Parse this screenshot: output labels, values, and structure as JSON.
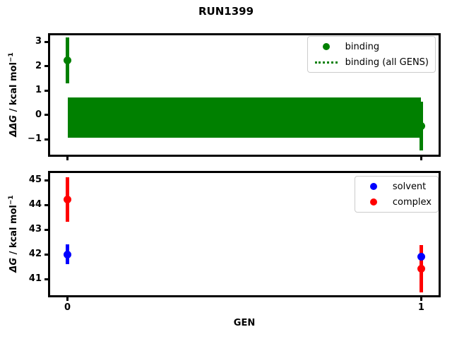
{
  "title": "RUN1399",
  "xlabel": "GEN",
  "colors": {
    "binding": "#008000",
    "solvent": "#0000ff",
    "complex": "#ff0000",
    "frame": "#000000",
    "legend_border": "#cccccc",
    "background": "#ffffff"
  },
  "chart_data": [
    {
      "type": "scatter",
      "title": "RUN1399",
      "xlabel": "GEN",
      "ylabel": "ΔΔG / kcal mol⁻¹",
      "ylabel_parts": {
        "math": "ΔΔG",
        "unit": " / kcal mol",
        "sup": "−1"
      },
      "xlim": [
        -0.055,
        1.055
      ],
      "ylim": [
        -1.71,
        3.36
      ],
      "xtick_values": [
        0,
        1
      ],
      "xtick_labels": [
        "0",
        "1"
      ],
      "xtick_labels_visible": false,
      "ytick_values": [
        3,
        2,
        1,
        0,
        -1
      ],
      "ytick_labels": [
        "3",
        "2",
        "1",
        "0",
        "−1"
      ],
      "grid": false,
      "legend_position": "upper right",
      "legend_entries": [
        {
          "label": "binding",
          "symbol": "circle",
          "color": "#008000"
        },
        {
          "label": "binding (all GENS)",
          "symbol": "dotted-line",
          "color": "#008000"
        }
      ],
      "series": [
        {
          "name": "binding",
          "color": "#008000",
          "marker": "circle",
          "x": [
            0,
            1
          ],
          "y": [
            2.25,
            -0.44
          ],
          "yerr": [
            0.95,
            1.0
          ]
        }
      ],
      "band": {
        "name": "binding (all GENS)",
        "color": "#008000",
        "x0": 0,
        "x1": 1,
        "low": -0.93,
        "high": 0.72,
        "center": -0.1
      }
    },
    {
      "type": "scatter",
      "xlabel": "GEN",
      "ylabel": "ΔG / kcal mol⁻¹",
      "ylabel_parts": {
        "math": "ΔG",
        "unit": " / kcal mol",
        "sup": "−1"
      },
      "xlim": [
        -0.055,
        1.055
      ],
      "ylim": [
        40.27,
        45.38
      ],
      "xtick_values": [
        0,
        1
      ],
      "xtick_labels": [
        "0",
        "1"
      ],
      "xtick_labels_visible": true,
      "ytick_values": [
        45,
        44,
        43,
        42,
        41
      ],
      "ytick_labels": [
        "45",
        "44",
        "43",
        "42",
        "41"
      ],
      "grid": false,
      "legend_position": "upper right",
      "legend_entries": [
        {
          "label": "solvent",
          "symbol": "circle",
          "color": "#0000ff"
        },
        {
          "label": "complex",
          "symbol": "circle",
          "color": "#ff0000"
        }
      ],
      "series": [
        {
          "name": "solvent",
          "color": "#0000ff",
          "marker": "circle",
          "x": [
            0,
            1
          ],
          "y": [
            42.0,
            41.9
          ],
          "yerr": [
            0.4,
            0.27
          ]
        },
        {
          "name": "complex",
          "color": "#ff0000",
          "marker": "circle",
          "x": [
            0,
            1
          ],
          "y": [
            44.22,
            41.42
          ],
          "yerr": [
            0.9,
            0.95
          ]
        }
      ]
    }
  ]
}
